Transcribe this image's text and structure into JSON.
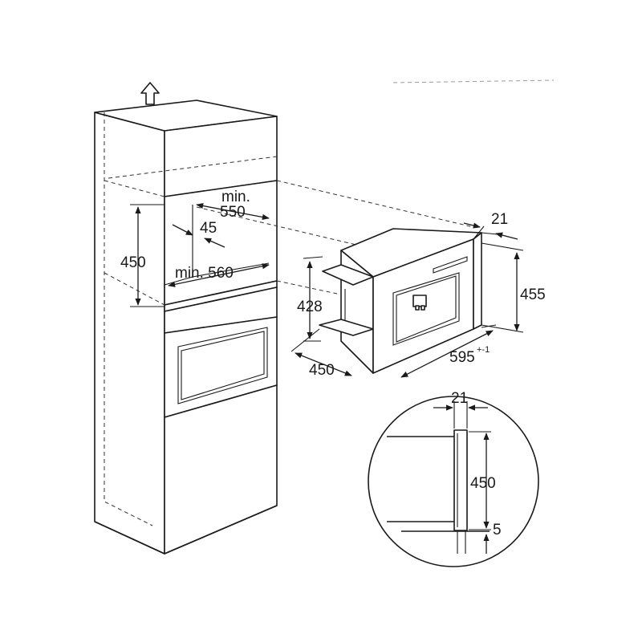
{
  "dimensions": {
    "niche_min_width": [
      "min.",
      "550"
    ],
    "niche_depth_offset": "45",
    "niche_min_depth": "min. 560",
    "niche_height": "450",
    "appliance_height_side": "428",
    "appliance_depth": "450",
    "appliance_width": "595",
    "appliance_width_tolerance": "+-1",
    "appliance_front_height": "455",
    "frame_thickness": "21",
    "detail_frame_thickness": "21",
    "detail_height": "450",
    "detail_gap": "5"
  },
  "icons": {
    "ventilation": "up-arrow-icon"
  }
}
